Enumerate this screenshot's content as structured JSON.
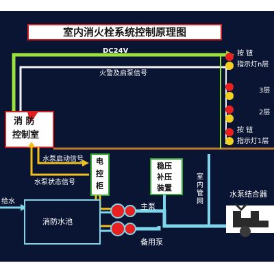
{
  "title": "室内消火栓系统控制原理图",
  "power_label": "DC24V",
  "alarm_signal_label": "火警及启泵信号",
  "control_room": {
    "line1": "消  防",
    "line2": "控制室"
  },
  "floors": {
    "button_top": "按  钮",
    "indicator_top": "指示灯n层",
    "floor3": "3层",
    "floor2": "2层",
    "button_bottom": "按  钮",
    "indicator_bottom": "指示灯1层"
  },
  "pump_start_signal_label": "水泵启动信号",
  "pump_status_signal_label": "水泵状态信号",
  "control_cabinet": [
    "电",
    "控",
    "柜"
  ],
  "pressure_device": [
    "稳压",
    "补压",
    "装置"
  ],
  "indoor_network": [
    "室",
    "内",
    "管",
    "网"
  ],
  "pump_adapter_label": "水泵结合器",
  "water_supply_label": "给水",
  "fire_pool_label": "消防水池",
  "main_pump_label": "主泵",
  "standby_pump_label": "备用泵",
  "colors": {
    "background": "#0a1533",
    "power_line": "#9be23c",
    "signal_line": "#f2f2f2",
    "status_line": "#f0c020",
    "floor_bus": "#c07a30",
    "pipe": "#7fd6ea",
    "lamp_red": "#e82020",
    "lamp_yellow": "#f0d020",
    "title_border": "#d02020"
  }
}
